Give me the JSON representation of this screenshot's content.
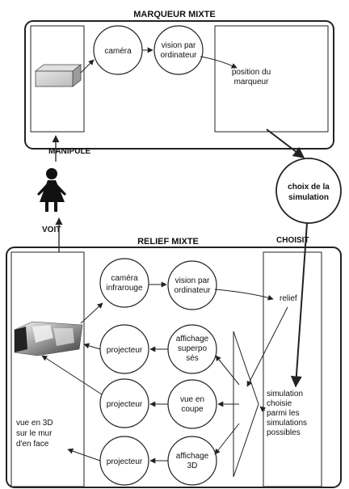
{
  "top_section": {
    "title": "MARQUEUR MIXTE",
    "nodes": {
      "camera": "caméra",
      "vision_line1": "vision par",
      "vision_line2": "ordinateur",
      "position_line1": "position du",
      "position_line2": "marqueur"
    }
  },
  "person": {
    "manipule": "MANIPULE",
    "voit": "VOIT"
  },
  "choice": {
    "line1": "choix de la",
    "line2": "simulation"
  },
  "bottom_section": {
    "title": "RELIEF MIXTE",
    "choisit": "CHOISIT",
    "nodes": {
      "cam_ir_line1": "caméra",
      "cam_ir_line2": "infrarouge",
      "vision_line1": "vision par",
      "vision_line2": "ordinateur",
      "relief": "relief",
      "projecteur": "projecteur",
      "aff_sup_line1": "affichage",
      "aff_sup_line2": "superpo",
      "aff_sup_line3": "sés",
      "coupe_line1": "vue en",
      "coupe_line2": "coupe",
      "aff3d_line1": "affichage",
      "aff3d_line2": "3D"
    },
    "simulation_lines": [
      "simulation",
      "choisie",
      "parmi les",
      "simulations",
      "possibles"
    ],
    "left_panel_lines": [
      "vue en 3D",
      "sur le mur",
      "d'en face"
    ]
  },
  "colors": {
    "line": "#222222",
    "box_fill": "#cfcfcf",
    "relief_dark": "#555555"
  }
}
